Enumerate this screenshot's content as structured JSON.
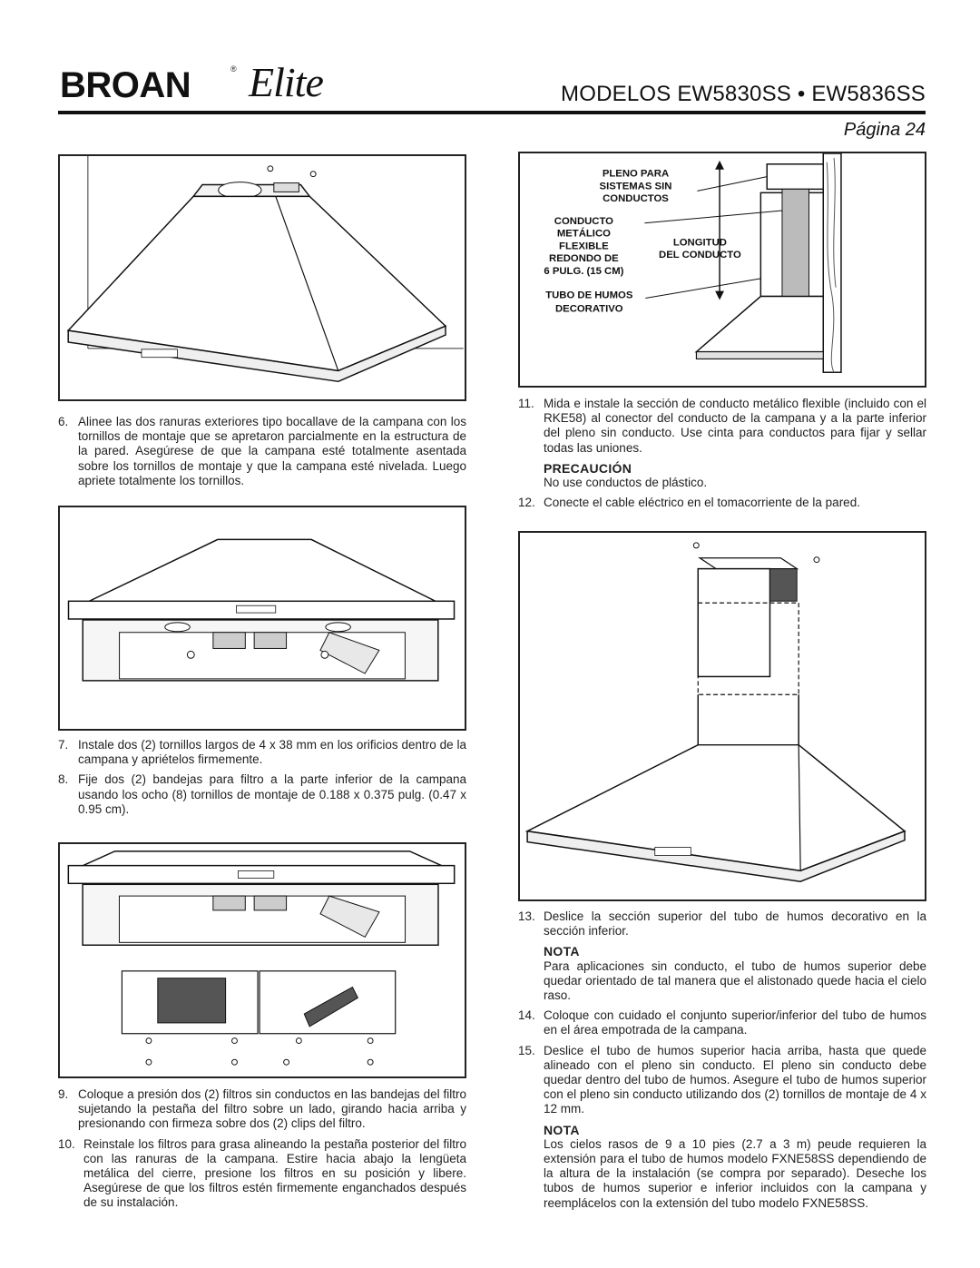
{
  "header": {
    "brand": "BROAN",
    "brand_mark": "®",
    "brand_sub": "Elite",
    "models": "MODELOS  EW5830SS • EW5836SS",
    "page": "Página 24"
  },
  "figure_labels": {
    "pleno_1": "PLENO PARA",
    "pleno_2": "SISTEMAS SIN",
    "pleno_3": "CONDUCTOS",
    "conducto_1": "CONDUCTO",
    "conducto_2": "METÁLICO",
    "conducto_3": "FLEXIBLE",
    "conducto_4": "REDONDO DE",
    "conducto_5": "6 PULG. (15 CM)",
    "longitud_1": "LONGITUD",
    "longitud_2": "DEL CONDUCTO",
    "tubo_1": "TUBO DE HUMOS",
    "tubo_2": "DECORATIVO"
  },
  "left_column": {
    "step6_num": "6.",
    "step6": "Alinee las dos ranuras exteriores tipo bocallave de la campana con los tornillos de montaje que se apretaron parcialmente en la estructura de la pared. Asegúrese de que la campana esté totalmente asentada sobre los tornillos de montaje y que la campana esté nivelada. Luego apriete totalmente los tornillos.",
    "step7_num": "7.",
    "step7": "Instale dos (2) tornillos largos de 4 x 38 mm en los orificios dentro de la campana y apriételos firmemente.",
    "step8_num": "8.",
    "step8": "Fije dos (2) bandejas para filtro a la parte inferior de la campana usando los ocho (8) tornillos de montaje de 0.188 x 0.375 pulg. (0.47 x 0.95 cm).",
    "step9_num": "9.",
    "step9": "Coloque a presión dos (2) filtros sin conductos en las bandejas del filtro sujetando la pestaña del filtro sobre un lado, girando hacia arriba y presionando con firmeza sobre dos (2) clips del filtro.",
    "step10_num": "10.",
    "step10": "Reinstale los filtros para grasa alineando la pestaña posterior del filtro con las ranuras de la campana. Estire hacia abajo la lengüeta metálica del cierre, presione los filtros en su posición y libere. Asegúrese de que los filtros estén firmemente enganchados después de su instalación."
  },
  "right_column": {
    "step11_num": "11.",
    "step11": "Mida e instale la sección de conducto metálico flexible (incluido con el RKE58) al conector del conducto de la campana y a la parte inferior del pleno sin conducto. Use cinta para conductos para fijar y sellar todas las uniones.",
    "caution_title": "PRECAUCIÓN",
    "caution_text": "No use conductos de plástico.",
    "step12_num": "12.",
    "step12": "Conecte el cable eléctrico en el tomacorriente de la pared.",
    "step13_num": "13.",
    "step13": "Deslice la sección superior del tubo de humos decorativo en la sección inferior.",
    "note1_title": "NOTA",
    "note1_text": "Para aplicaciones sin conducto, el tubo de humos superior debe quedar orientado de tal manera que el alistonado quede hacia el cielo raso.",
    "step14_num": "14.",
    "step14": "Coloque con cuidado el conjunto superior/inferior del tubo de humos en el área empotrada de la campana.",
    "step15_num": "15.",
    "step15": "Deslice el tubo de humos superior hacia arriba, hasta que quede alineado con el pleno sin conducto. El pleno sin conducto debe quedar dentro del tubo de humos. Asegure el tubo de humos superior con el pleno sin conducto utilizando dos (2) tornillos de montaje de 4 x 12 mm.",
    "note2_title": "NOTA",
    "note2_text": "Los cielos rasos de 9 a 10 pies (2.7 a 3 m) peude requieren la extensión para el tubo de humos modelo FXNE58SS dependiendo de la altura de la instalación (se compra por separado). Deseche los tubos de humos superior e inferior incluidos con la campana y reemplácelos con la extensión del tubo modelo FXNE58SS."
  }
}
